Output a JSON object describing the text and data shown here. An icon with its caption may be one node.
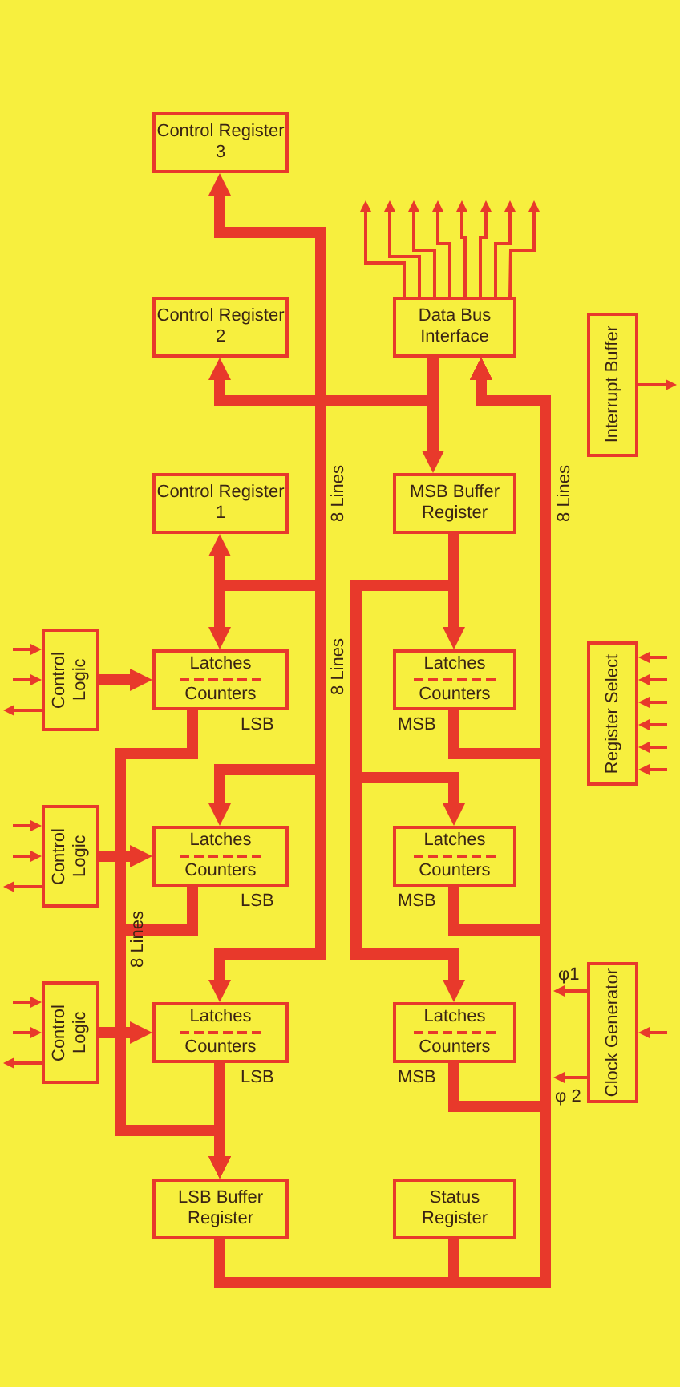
{
  "diagram": {
    "nodes": [
      {
        "text": [
          "Control Register 3"
        ]
      },
      {
        "text": [
          "Data Bus Interface"
        ]
      },
      {
        "text": [
          "Control Register 2"
        ]
      },
      {
        "text": [
          "Interrupt Buffer"
        ]
      },
      {
        "text": [
          "Control Register 1"
        ]
      },
      {
        "text": [
          "MSB Buffer Register"
        ]
      },
      {
        "text": [
          "Control Logic"
        ]
      },
      {
        "text": [
          "Latches",
          "Counters"
        ],
        "beside": [
          "LSB"
        ]
      },
      {
        "text": [
          "Latches",
          "Counters"
        ],
        "beside": [
          "MSB"
        ]
      },
      {
        "text": [
          "Register Select"
        ]
      },
      {
        "text": [
          "Control Logic"
        ]
      },
      {
        "text": [
          "Latches",
          "Counters"
        ],
        "beside": [
          "LSB"
        ]
      },
      {
        "text": [
          "Latches",
          "Counters"
        ],
        "beside": [
          "MSB"
        ]
      },
      {
        "text": [
          "Control Logic"
        ]
      },
      {
        "text": [
          "Latches",
          "Counters"
        ],
        "beside": [
          "LSB"
        ]
      },
      {
        "text": [
          "Latches",
          "Counters"
        ],
        "beside": [
          "MSB"
        ]
      },
      {
        "text": [
          "Clock Generator"
        ]
      },
      {
        "text": [
          "LSB Buffer Register"
        ]
      },
      {
        "text": [
          "Status Register"
        ]
      }
    ],
    "edges": [
      {
        "from": 1,
        "to": null,
        "arrow": "to"
      },
      {
        "from": 1,
        "to": null,
        "arrow": "to"
      },
      {
        "from": 1,
        "to": null,
        "arrow": "to"
      },
      {
        "from": 1,
        "to": null,
        "arrow": "to"
      },
      {
        "from": 1,
        "to": null,
        "arrow": "to"
      },
      {
        "from": 1,
        "to": null,
        "arrow": "to"
      },
      {
        "from": 1,
        "to": null,
        "arrow": "to"
      },
      {
        "from": 1,
        "to": null,
        "arrow": "to"
      },
      {
        "from": 1,
        "to": 0,
        "arrow": "to",
        "style": "thick"
      },
      {
        "from": 1,
        "to": 2,
        "arrow": "to",
        "style": "thick"
      },
      {
        "from": 1,
        "to": 5,
        "arrow": "to",
        "style": "thick"
      },
      {
        "from": 3,
        "to": null,
        "arrow": "to"
      },
      {
        "from": 1,
        "to": 4,
        "arrow": "to",
        "style": "thick"
      },
      {
        "from": 1,
        "to": 7,
        "arrow": "to",
        "style": "thick"
      },
      {
        "from": 1,
        "to": 11,
        "arrow": "to",
        "style": "thick"
      },
      {
        "from": 1,
        "to": 14,
        "arrow": "to",
        "style": "thick"
      },
      {
        "from": 5,
        "to": 8,
        "arrow": "to",
        "style": "thick"
      },
      {
        "from": 5,
        "to": 12,
        "arrow": "to",
        "style": "thick"
      },
      {
        "from": 5,
        "to": 15,
        "arrow": "to",
        "style": "thick"
      },
      {
        "from": null,
        "to": 6,
        "arrow": "to"
      },
      {
        "from": null,
        "to": 6,
        "arrow": "to"
      },
      {
        "from": 6,
        "to": null,
        "arrow": "to"
      },
      {
        "from": 6,
        "to": 7,
        "arrow": "to",
        "style": "thick"
      },
      {
        "from": null,
        "to": 9,
        "arrow": "to"
      },
      {
        "from": null,
        "to": 9,
        "arrow": "to"
      },
      {
        "from": null,
        "to": 9,
        "arrow": "to"
      },
      {
        "from": null,
        "to": 9,
        "arrow": "to"
      },
      {
        "from": null,
        "to": 9,
        "arrow": "to"
      },
      {
        "from": null,
        "to": 9,
        "arrow": "to"
      },
      {
        "from": null,
        "to": 10,
        "arrow": "to"
      },
      {
        "from": null,
        "to": 10,
        "arrow": "to"
      },
      {
        "from": 10,
        "to": null,
        "arrow": "to"
      },
      {
        "from": 10,
        "to": 11,
        "arrow": "to",
        "style": "thick"
      },
      {
        "from": null,
        "to": 13,
        "arrow": "to"
      },
      {
        "from": null,
        "to": 13,
        "arrow": "to"
      },
      {
        "from": 13,
        "to": null,
        "arrow": "to"
      },
      {
        "from": 13,
        "to": 14,
        "arrow": "to",
        "style": "thick"
      },
      {
        "from": 16,
        "to": null,
        "arrow": "to",
        "label": "φ1"
      },
      {
        "from": null,
        "to": 16,
        "arrow": "to"
      },
      {
        "from": 16,
        "to": null,
        "arrow": "to",
        "label": "φ 2"
      },
      {
        "from": 7,
        "to": 17,
        "arrow": "to",
        "style": "thick"
      },
      {
        "from": 11,
        "to": 17,
        "arrow": "to",
        "style": "thick"
      },
      {
        "from": 14,
        "to": 17,
        "arrow": "to",
        "style": "thick"
      },
      {
        "from": 8,
        "to": 1,
        "arrow": "to",
        "style": "thick"
      },
      {
        "from": 12,
        "to": 1,
        "arrow": "to",
        "style": "thick"
      },
      {
        "from": 15,
        "to": 1,
        "arrow": "to",
        "style": "thick"
      },
      {
        "from": 17,
        "to": 1,
        "arrow": "to",
        "style": "thick"
      },
      {
        "from": 18,
        "to": 1,
        "arrow": "to",
        "style": "thick"
      }
    ],
    "labels": [
      "8 Lines",
      "8 Lines",
      "8 Lines",
      "8 Lines"
    ]
  }
}
